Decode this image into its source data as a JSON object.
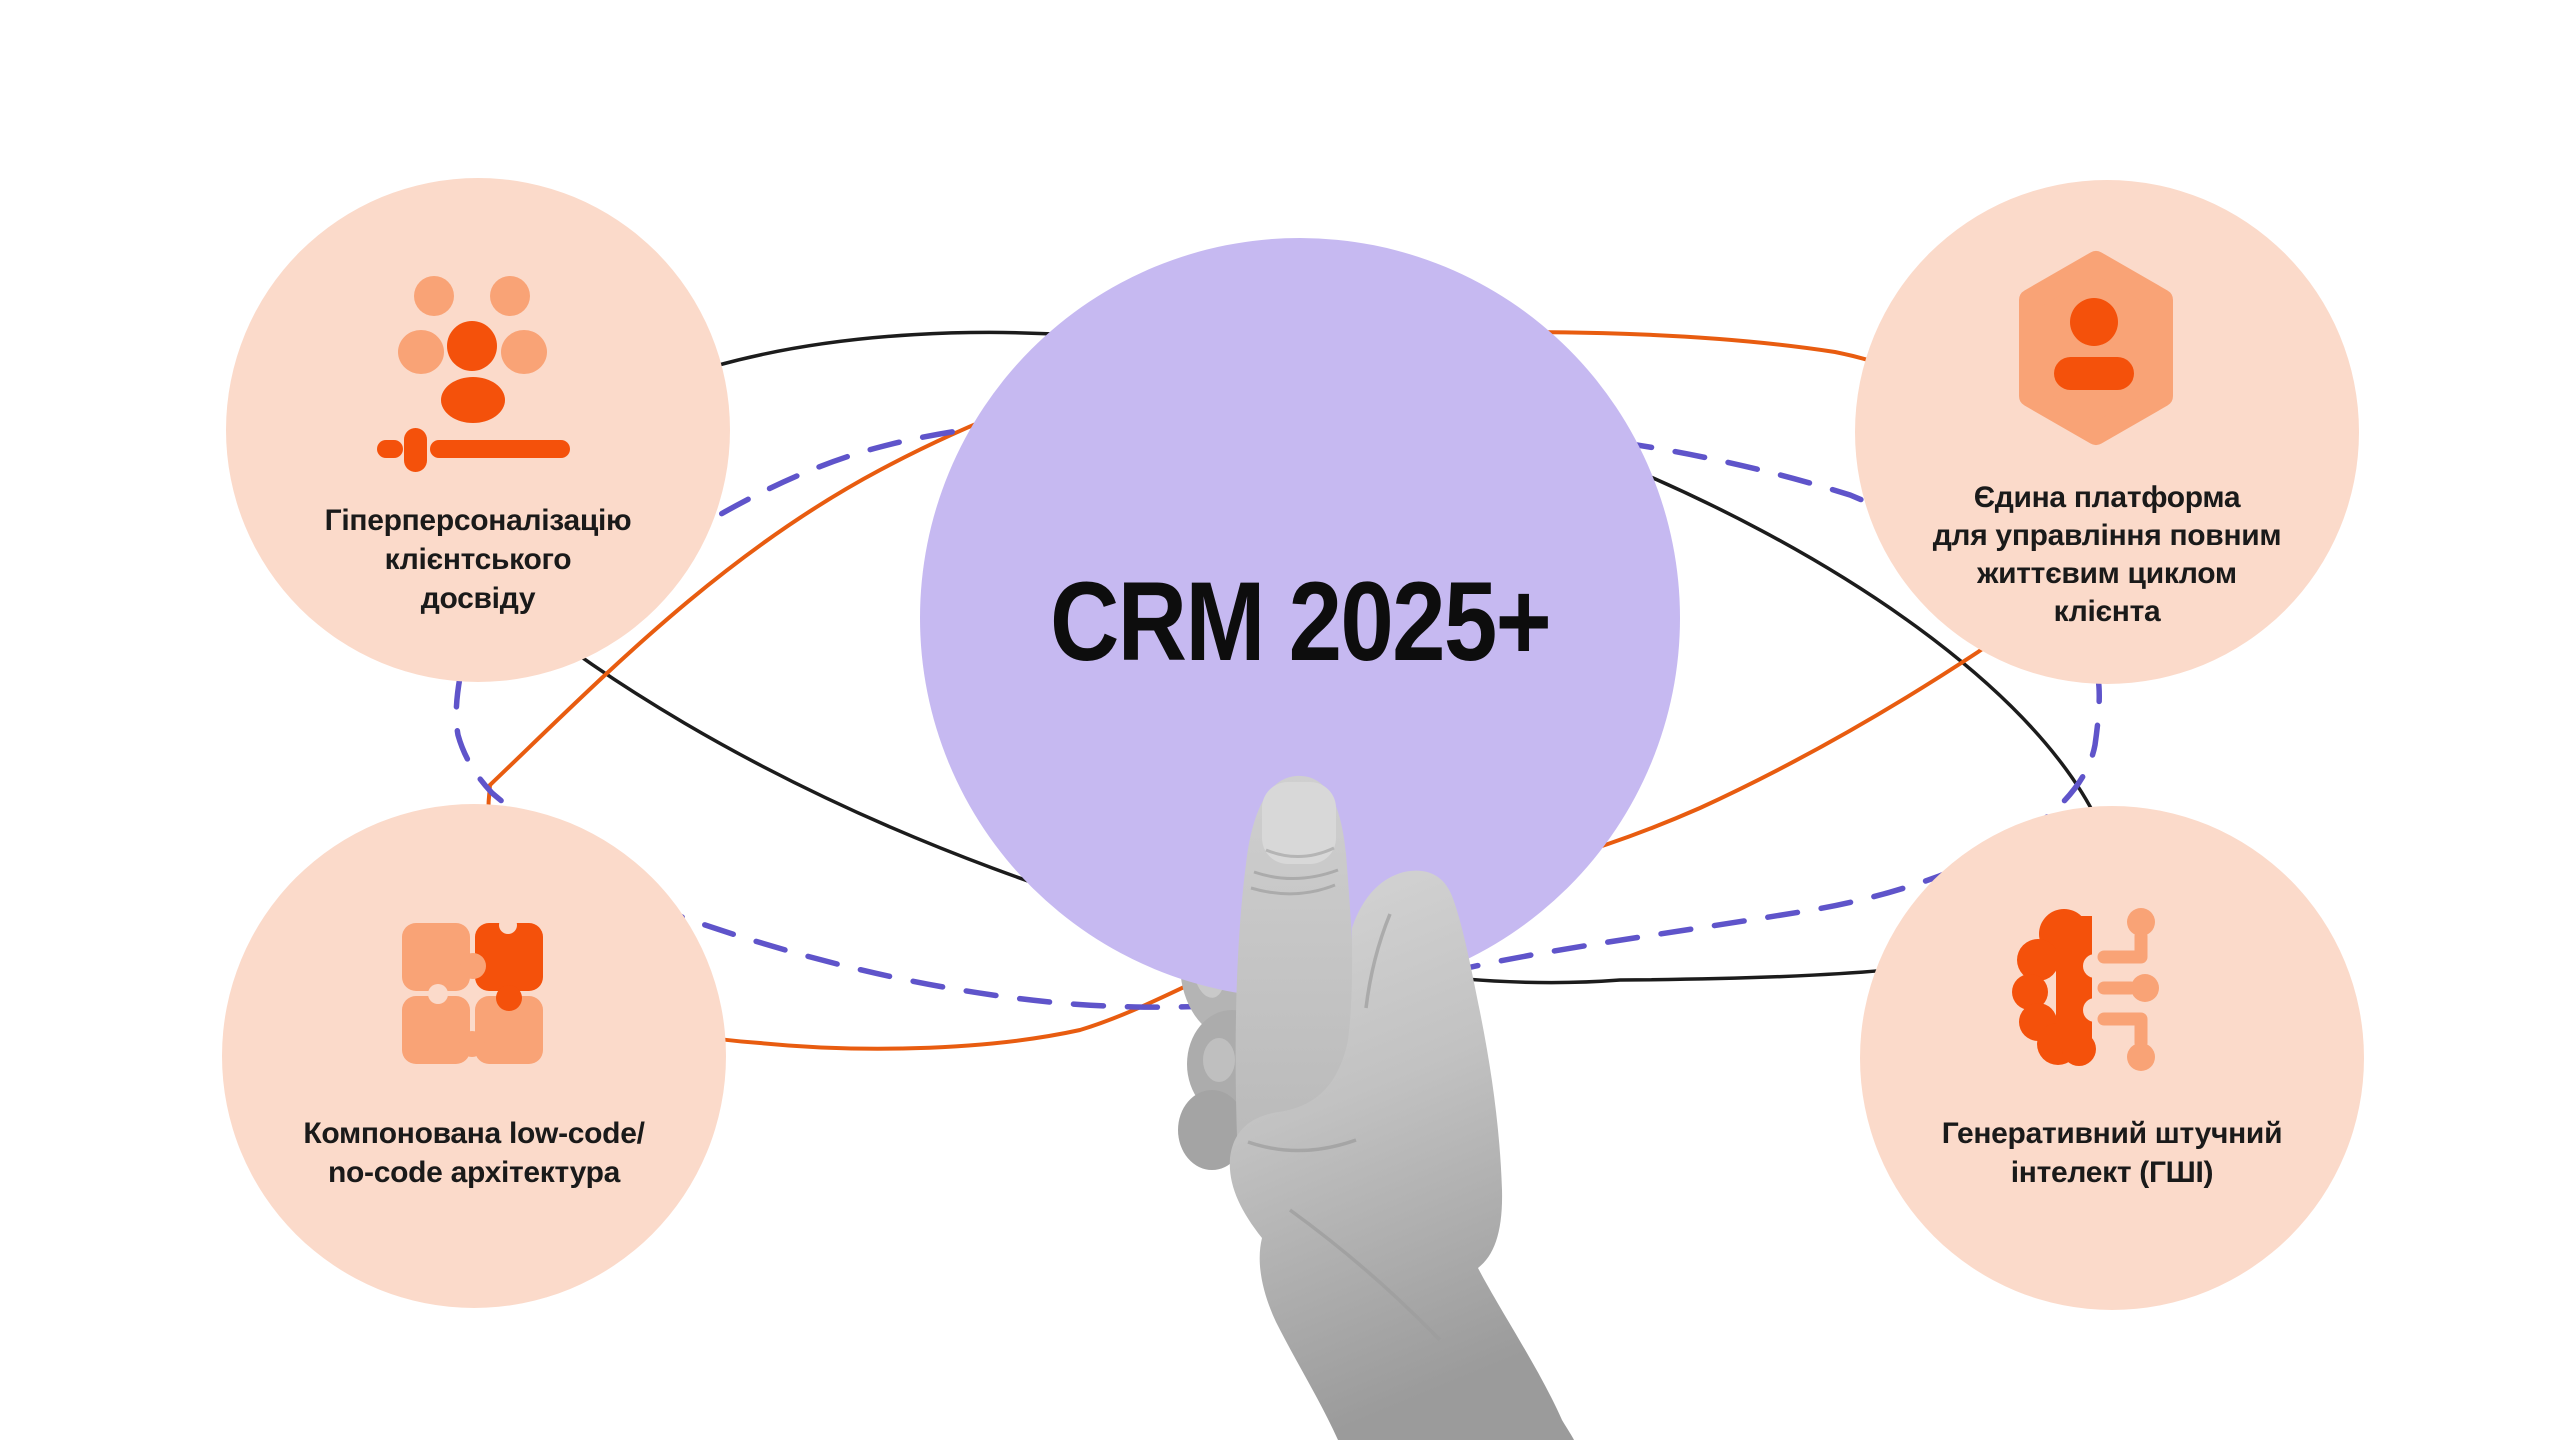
{
  "diagram": {
    "center": {
      "label": "CRM 2025+"
    },
    "nodes": {
      "top_left": {
        "icon": "audience-personalization-icon",
        "lines": [
          "Гіперперсоналізацію",
          "клієнтського",
          "досвіду"
        ]
      },
      "top_right": {
        "icon": "hexagon-person-icon",
        "lines": [
          "Єдина платформа",
          "для управління повним",
          "життєвим циклом",
          "клієнта"
        ]
      },
      "bottom_left": {
        "icon": "puzzle-icon",
        "lines": [
          "Компонована low-code/",
          "no-code архітектура"
        ]
      },
      "bottom_right": {
        "icon": "ai-brain-circuit-icon",
        "lines": [
          "Генеративний штучний",
          "інтелект (ГШІ)"
        ]
      }
    },
    "colors": {
      "background": "#FFFFFF",
      "bubble_fill": "#FBDACA",
      "icon_bright_orange": "#F4510B",
      "icon_medium_orange": "#F9A376",
      "center_fill": "#C6B9F1",
      "text": "#1A1A1A",
      "orbit_black": "#1C1C1C",
      "orbit_orange": "#E85C10",
      "orbit_dashed_violet": "#5F54CA",
      "hand_gray": "#BDBDBD"
    }
  }
}
